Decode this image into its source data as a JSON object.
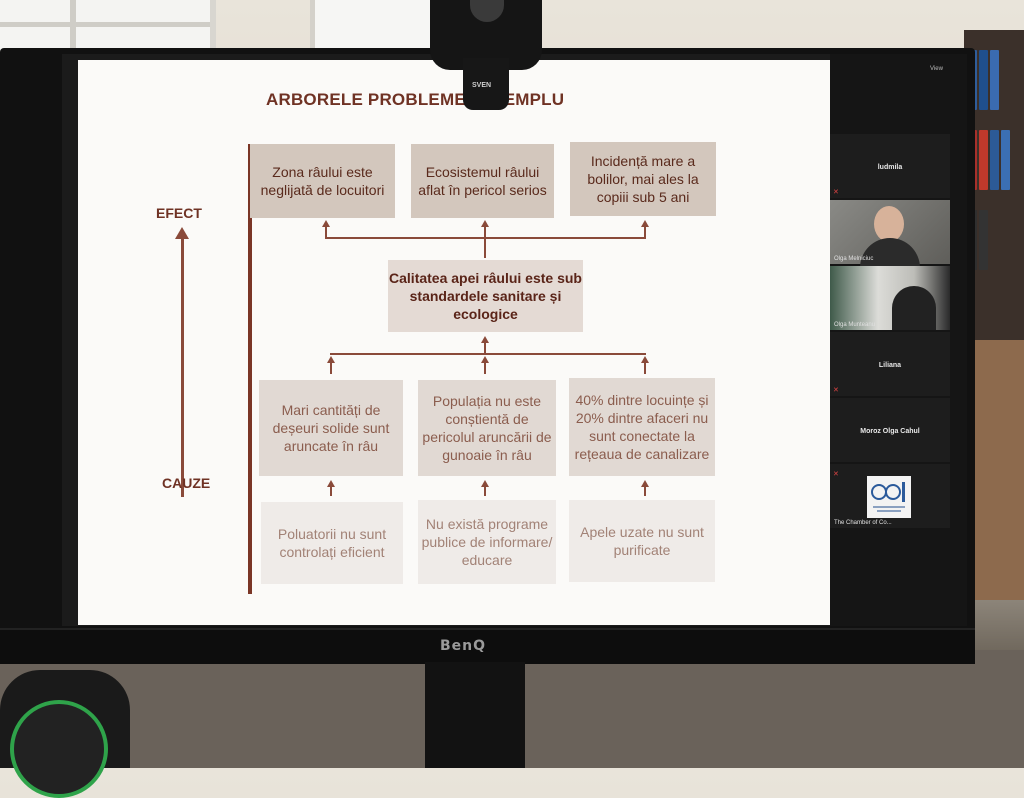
{
  "slide": {
    "title": "ARBORELE PROBLEMEI. EXEMPLU",
    "effect_label": "EFECT",
    "cause_label": "CAUZE",
    "effects": [
      "Zona râului este neglijată de locuitori",
      "Ecosistemul râului aflat în pericol serios",
      "Incidență mare a bolilor, mai ales la copiii sub 5 ani"
    ],
    "central_problem": "Calitatea apei râului este sub standardele sanitare și ecologice",
    "causes": [
      "Mari cantități de deșeuri solide sunt aruncate în râu",
      "Populația nu este conștientă de pericolul aruncării de gunoaie în râu",
      "40% dintre locuințe și 20% dintre afaceri nu sunt conectate la rețeaua de canalizare"
    ],
    "root_causes": [
      "Poluatorii nu sunt controlați eficient",
      "Nu există programe publice de informare/ educare",
      "Apele uzate nu sunt purificate"
    ]
  },
  "participants_panel": {
    "view_label": "View",
    "participants": [
      {
        "name": "ludmila",
        "video": false
      },
      {
        "name": "Olga Melniciuc",
        "video": true
      },
      {
        "name": "Olga Munteanu",
        "video": true
      },
      {
        "name": "Liliana",
        "video": false
      },
      {
        "name": "Moroz Olga Cahul",
        "video": false
      },
      {
        "name": "The Chamber of Co...",
        "video": false
      }
    ]
  },
  "hardware": {
    "monitor_brand": "BenQ",
    "webcam_brand": "SVEN"
  },
  "colors": {
    "title": "#6f3224",
    "effect_box": "#d3c7bd",
    "cause_box": "#e1d9d3",
    "root_box": "#efebe8",
    "accent_line": "#7a3526"
  }
}
